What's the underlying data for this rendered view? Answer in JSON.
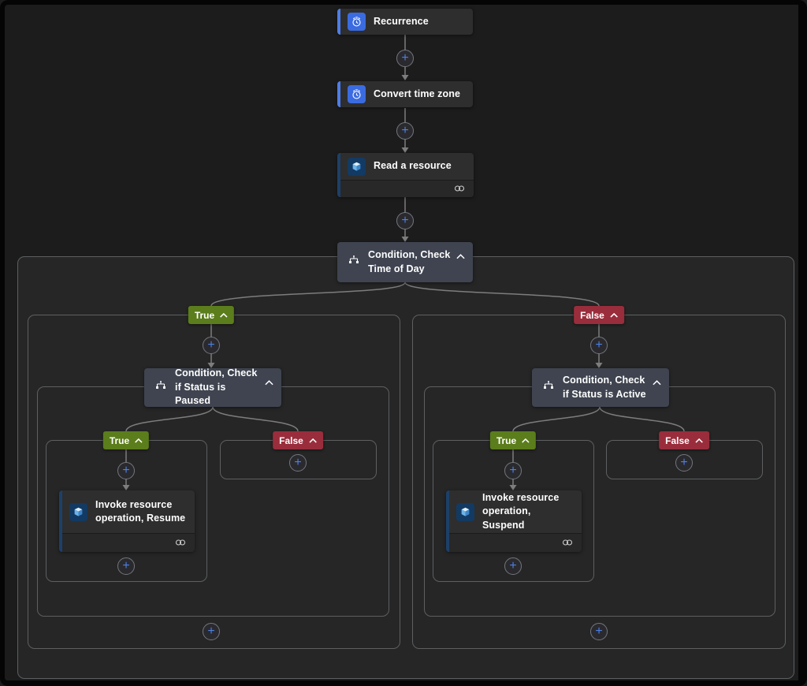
{
  "workflow": {
    "trigger": {
      "label": "Recurrence"
    },
    "actions": {
      "convert_time_zone": {
        "label": "Convert time zone"
      },
      "read_a_resource": {
        "label": "Read a resource"
      },
      "condition_time_of_day": {
        "label": "Condition, Check Time of Day"
      },
      "condition_status_paused": {
        "label": "Condition, Check if Status is Paused"
      },
      "condition_status_active": {
        "label": "Condition, Check if Status is Active"
      },
      "invoke_resume": {
        "label": "Invoke resource operation, Resume"
      },
      "invoke_suspend": {
        "label": "Invoke resource operation, Suspend"
      }
    },
    "branch_labels": {
      "true": "True",
      "false": "False"
    }
  },
  "icons": {
    "plus": "+",
    "trigger_icon": "alarm-clock",
    "resource_icon": "azure-resource-cube",
    "condition_icon": "balance-branch",
    "collapse_icon": "chevron-up",
    "connection_icon": "linked-rings"
  },
  "colors": {
    "canvas_bg": "#1c1c1c",
    "scope_bg": "#262626",
    "scope_border": "#5d5f61",
    "card_bg": "#2e2e2e",
    "condition_card_bg": "#3f4450",
    "trigger_stripe": "#4d7de8",
    "resource_stripe": "#1d4069",
    "true_badge": "#5b7d1b",
    "false_badge": "#9a2d3c",
    "connector": "#7d7d7d",
    "plus_accent": "#4d7fe3"
  }
}
